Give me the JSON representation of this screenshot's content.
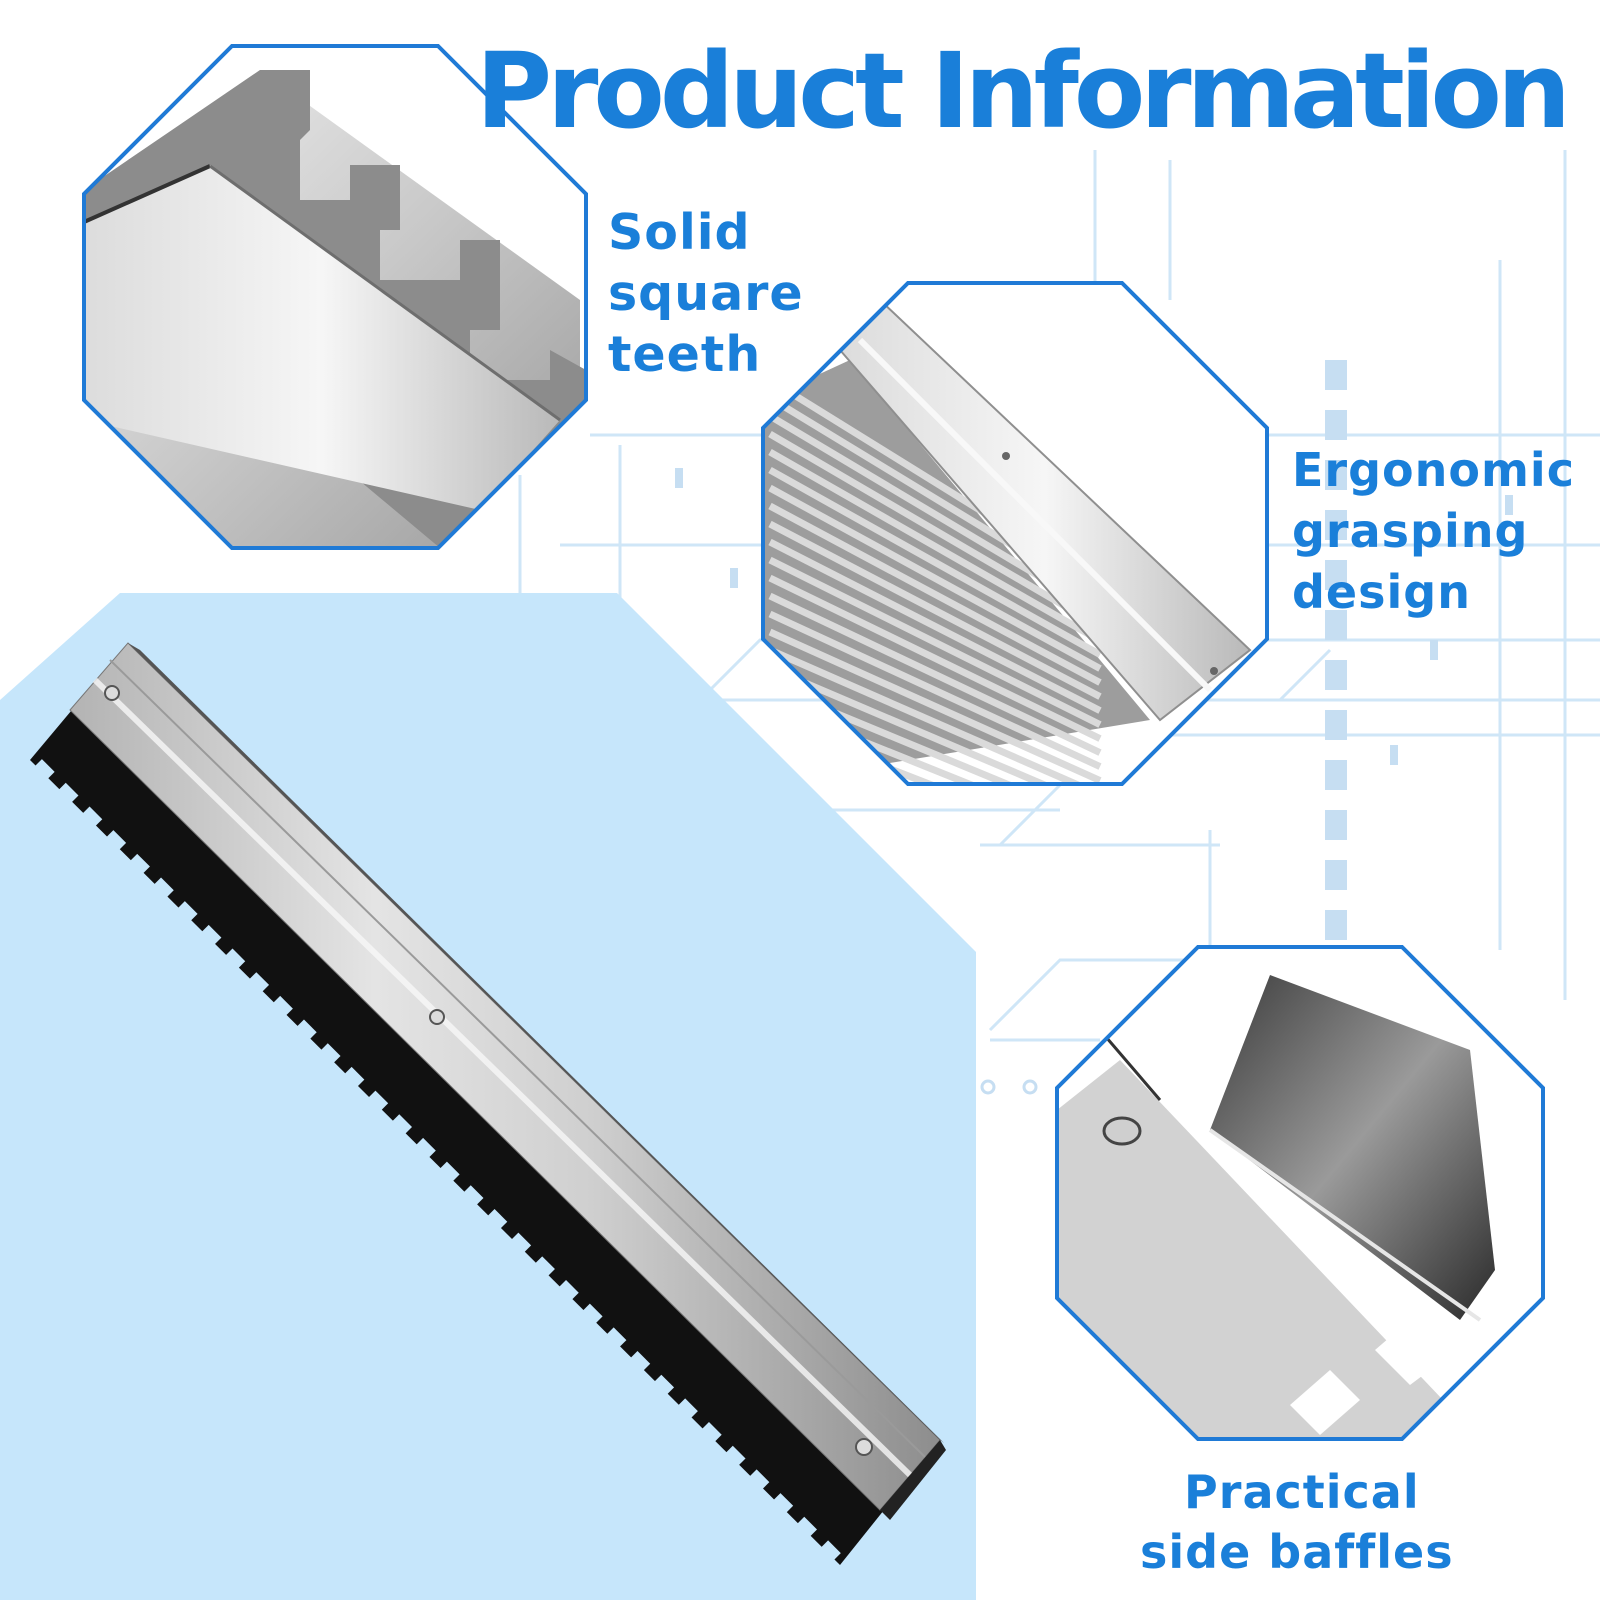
{
  "title": "Product Information",
  "colors": {
    "accent": "#1a7fd9",
    "frame": "#1f7ad6",
    "light_panel": "#c6e6fb",
    "circuit": "#cfe6f7",
    "steel_light": "#e8e8e8",
    "steel_dark": "#8e8e8e"
  },
  "features": [
    {
      "lines": [
        "Solid",
        "square",
        "teeth"
      ]
    },
    {
      "lines": [
        "Ergonomic",
        "grasping",
        "design"
      ]
    },
    {
      "lines": [
        "Practical",
        "side baffles"
      ]
    }
  ],
  "panels": {
    "teeth_closeup": {
      "icon": "square-teeth-closeup-icon"
    },
    "comb_closeup": {
      "icon": "comb-pattern-closeup-icon"
    },
    "trowel_main": {
      "icon": "notched-trowel-icon"
    },
    "baffle_closeup": {
      "icon": "side-baffle-closeup-icon"
    }
  }
}
